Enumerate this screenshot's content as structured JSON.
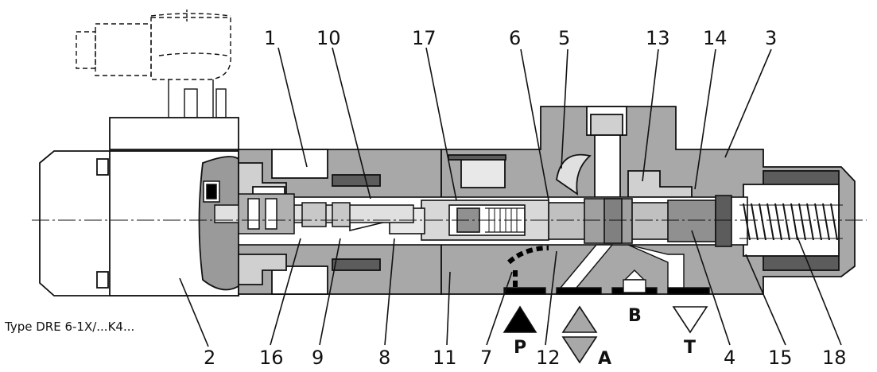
{
  "caption": "Type DRE 6-1X/...K4...",
  "callouts": [
    {
      "id": "c1",
      "text": "1"
    },
    {
      "id": "c10",
      "text": "10"
    },
    {
      "id": "c17",
      "text": "17"
    },
    {
      "id": "c6",
      "text": "6"
    },
    {
      "id": "c5",
      "text": "5"
    },
    {
      "id": "c13",
      "text": "13"
    },
    {
      "id": "c14",
      "text": "14"
    },
    {
      "id": "c3",
      "text": "3"
    },
    {
      "id": "c2",
      "text": "2"
    },
    {
      "id": "c16",
      "text": "16"
    },
    {
      "id": "c9",
      "text": "9"
    },
    {
      "id": "c8",
      "text": "8"
    },
    {
      "id": "c11",
      "text": "11"
    },
    {
      "id": "c7",
      "text": "7"
    },
    {
      "id": "c12",
      "text": "12"
    },
    {
      "id": "c4",
      "text": "4"
    },
    {
      "id": "c15",
      "text": "15"
    },
    {
      "id": "c18",
      "text": "18"
    }
  ],
  "ports": {
    "p": "P",
    "a": "A",
    "b": "B",
    "t": "T"
  },
  "colors": {
    "body": "#a8a8a8",
    "dark": "#5c5c5c",
    "light": "#d0d0d0",
    "line": "#111111",
    "black": "#000000"
  }
}
